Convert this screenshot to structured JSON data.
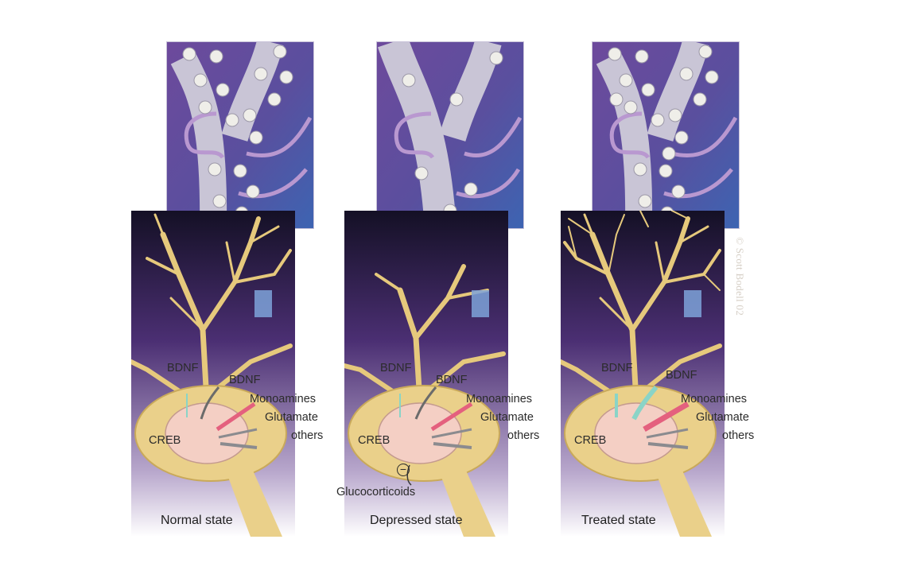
{
  "colors": {
    "background": "#ffffff",
    "dendrite_purple": "#7b55a6",
    "dendrite_blue": "#3f5fa8",
    "neuron_gold": "#e7cb7e",
    "nucleus_pink": "#f3c9c0",
    "arrow_pink": "#e4607e",
    "arrow_gray": "#8b8b8f",
    "arrow_teal": "#8ad4c7"
  },
  "panels": [
    {
      "id": "normal",
      "caption": "Normal state",
      "labels": {
        "bdnf_inner": "BDNF",
        "bdnf_outer": "BDNF",
        "monoamines": "Monoamines",
        "glutamate": "Glutamate",
        "others": "others",
        "creb": "CREB"
      },
      "spine_density": "high"
    },
    {
      "id": "depressed",
      "caption": "Depressed state",
      "labels": {
        "bdnf_inner": "BDNF",
        "bdnf_outer": "BDNF",
        "monoamines": "Monoamines",
        "glutamate": "Glutamate",
        "others": "others",
        "creb": "CREB"
      },
      "glucocorticoids": "Glucocorticoids",
      "minus_symbol": "−",
      "spine_density": "low"
    },
    {
      "id": "treated",
      "caption": "Treated state",
      "labels": {
        "bdnf_inner": "BDNF",
        "bdnf_outer": "BDNF",
        "monoamines": "Monoamines",
        "glutamate": "Glutamate",
        "others": "others",
        "creb": "CREB"
      },
      "spine_density": "high"
    }
  ],
  "copyright": "© Scott Bodell 02"
}
